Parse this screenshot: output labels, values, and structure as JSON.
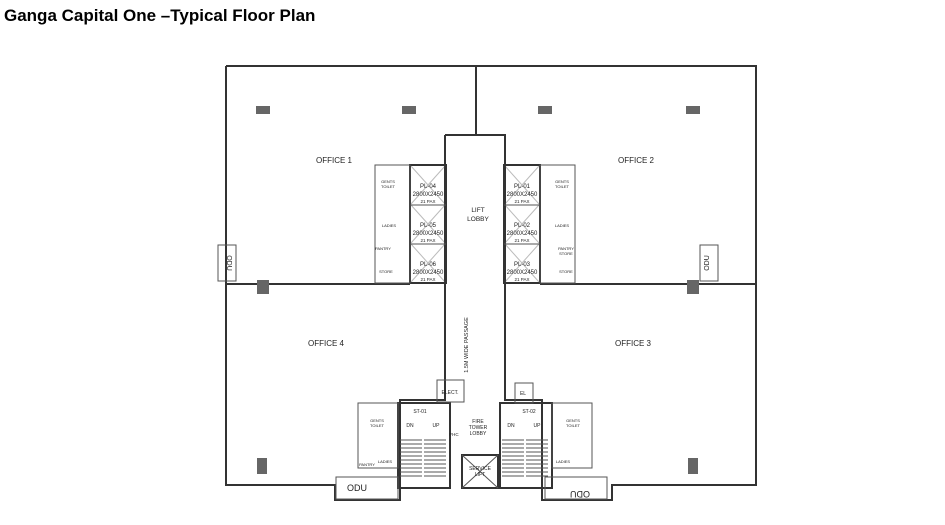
{
  "title": "Ganga Capital One –Typical Floor Plan",
  "rooms": {
    "office1": "OFFICE 1",
    "office2": "OFFICE 2",
    "office3": "OFFICE 3",
    "office4": "OFFICE 4",
    "lift_lobby": [
      "LIFT",
      "LOBBY"
    ],
    "passage": "1.5M WIDE PASSAGE",
    "fire_tower_lobby": [
      "FIRE",
      "TOWER",
      "LOBBY"
    ],
    "service_lift": [
      "SERVICE",
      "LIFT"
    ],
    "elect": "ELECT.",
    "el": "EL",
    "fhc": "FHC"
  },
  "lifts_left": [
    {
      "id": "PL-04",
      "size": "2800X2450",
      "cap": "21 PAX"
    },
    {
      "id": "PL-05",
      "size": "2800X2450",
      "cap": "21 PAX"
    },
    {
      "id": "PL-06",
      "size": "2800X2450",
      "cap": "21 PAX"
    }
  ],
  "lifts_right": [
    {
      "id": "PL-01",
      "size": "2800X2450",
      "cap": "21 PAX"
    },
    {
      "id": "PL-02",
      "size": "2800X2450",
      "cap": "21 PAX"
    },
    {
      "id": "PL-03",
      "size": "2800X2450",
      "cap": "21 PAX"
    }
  ],
  "service_labels": {
    "gents_toilet": [
      "GENTS",
      "TOILET"
    ],
    "ladies": "LADIES",
    "pantry": "PANTRY",
    "store": "STORE",
    "pantry_store": [
      "PANTRY",
      "STORE"
    ],
    "odu": "ODU",
    "stair_left": "ST-01",
    "stair_right": "ST-02",
    "dn": "DN",
    "up": "UP"
  }
}
